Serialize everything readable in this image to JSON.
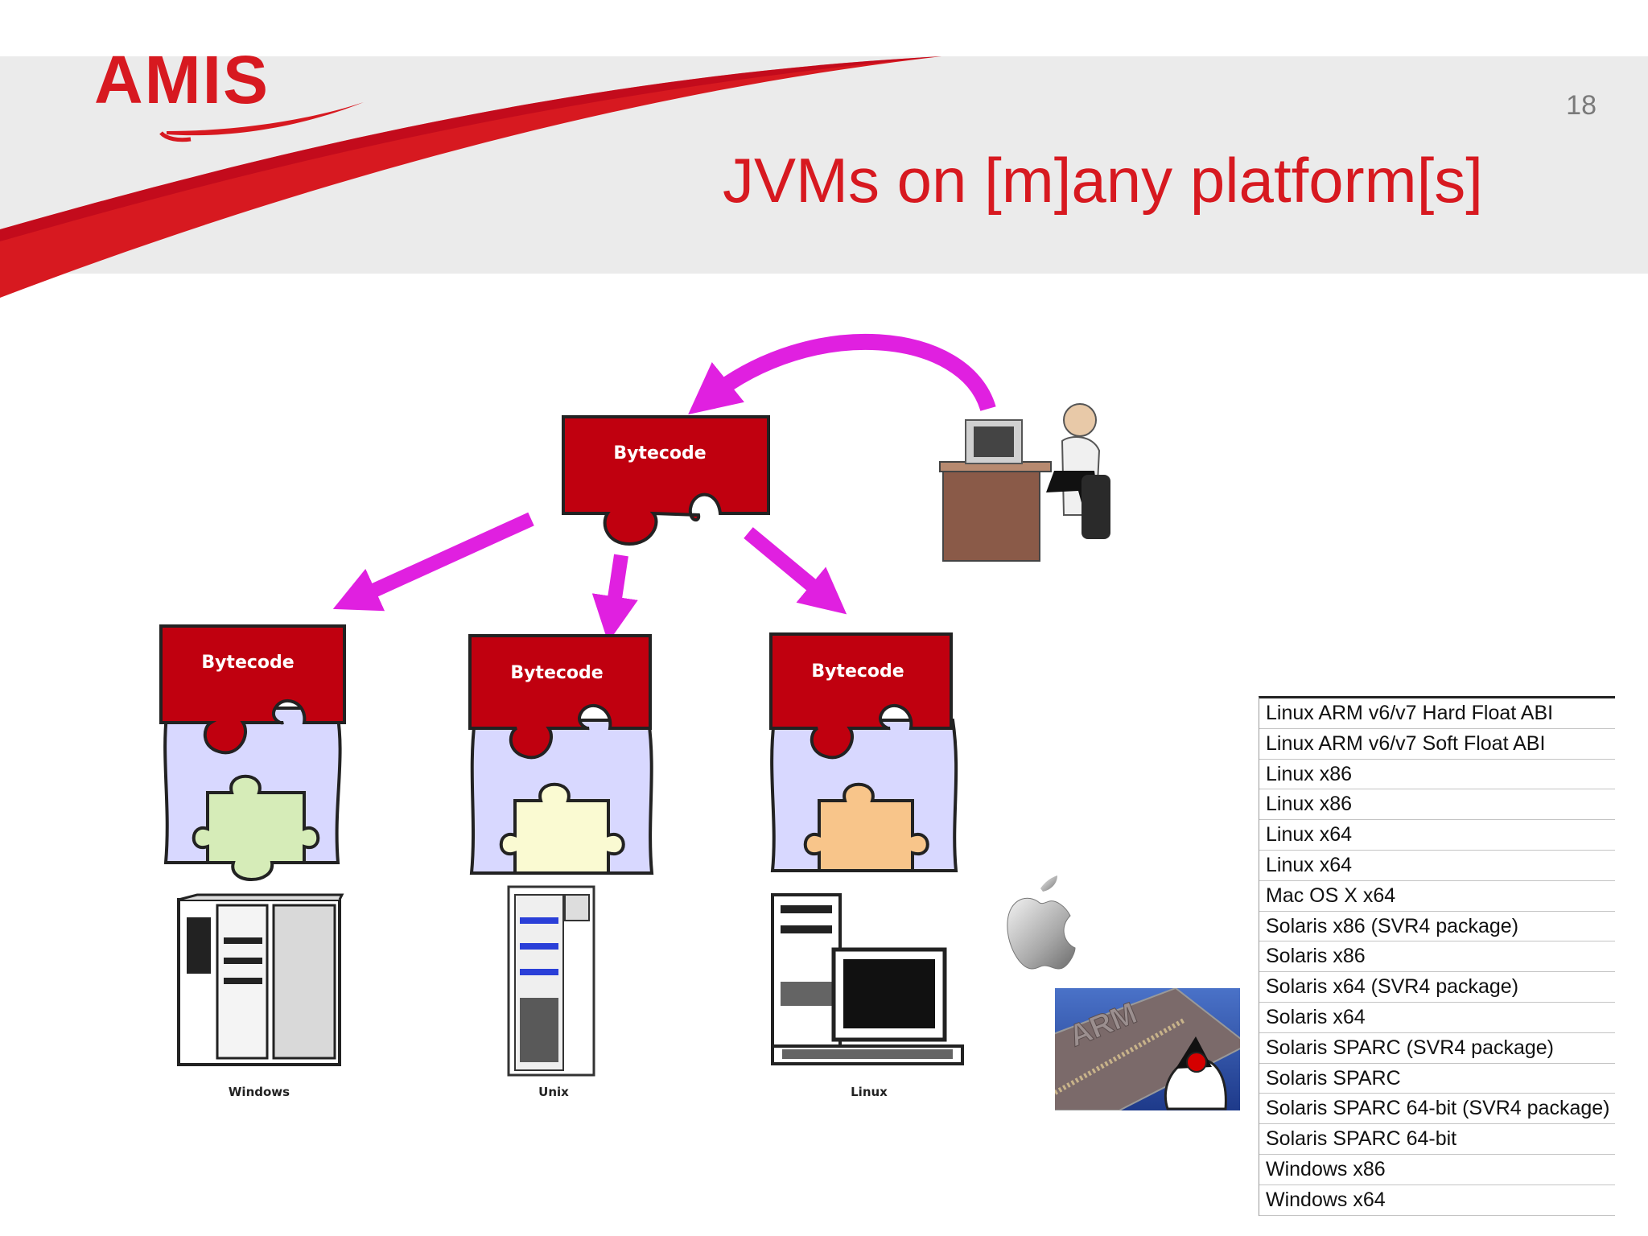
{
  "header": {
    "logo_text": "AMIS",
    "page_number": "18",
    "title": "JVMs on [m]any platform[s]"
  },
  "colors": {
    "brand_red": "#d71920",
    "puzzle_red": "#c0000f",
    "arrow_magenta": "#e020e0",
    "header_gray": "#ebebeb"
  },
  "diagram": {
    "top_piece_label": "Bytecode",
    "pieces": [
      {
        "label": "Bytecode",
        "os_label": "Windows"
      },
      {
        "label": "Bytecode",
        "os_label": "Unix"
      },
      {
        "label": "Bytecode",
        "os_label": "Linux"
      }
    ]
  },
  "platforms": [
    "Linux ARM v6/v7 Hard Float ABI",
    "Linux ARM v6/v7 Soft Float ABI",
    "Linux x86",
    "Linux x86",
    "Linux x64",
    "Linux x64",
    "Mac OS X x64",
    "Solaris x86 (SVR4 package)",
    "Solaris x86",
    "Solaris x64 (SVR4 package)",
    "Solaris x64",
    "Solaris SPARC (SVR4 package)",
    "Solaris SPARC",
    "Solaris SPARC 64-bit (SVR4 package)",
    "Solaris SPARC 64-bit",
    "Windows x86",
    "Windows x64"
  ],
  "arm_chip": {
    "logo_text": "ARM"
  },
  "icons": [
    "apple-logo-icon",
    "developer-at-desk-illustration",
    "windows-tower-icon",
    "unix-server-icon",
    "linux-desktop-icon",
    "java-duke-icon"
  ]
}
